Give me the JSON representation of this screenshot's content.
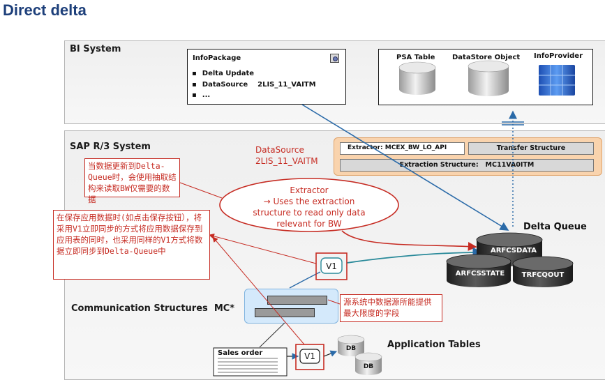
{
  "page": {
    "title": "Direct delta"
  },
  "bi_system": {
    "label": "BI System",
    "infopackage": {
      "title": "InfoPackage",
      "items": [
        "Delta Update",
        "DataSource    2LIS_11_VAITM",
        "..."
      ]
    },
    "targets": {
      "psa": "PSA Table",
      "dso": "DataStore Object",
      "infoprovider": "InfoProvider"
    }
  },
  "sap_system": {
    "label": "SAP R/3 System",
    "datasource": {
      "line1": "DataSource",
      "line2": "2LIS_11_VAITM"
    },
    "extractor_panel": {
      "extractor": "Extractor: MCEX_BW_LO_API",
      "transfer": "Transfer Structure",
      "extraction": "Extraction Structure:   MC11VA0ITM"
    },
    "extractor_ellipse": {
      "line1": "Extractor",
      "line2": "→ Uses the extraction",
      "line3": "structure to read only data",
      "line4": "relevant for BW"
    },
    "delta_queue": {
      "label": "Delta Queue",
      "tables": [
        "ARFCSDATA",
        "ARFCSSTATE",
        "TRFCQOUT"
      ]
    },
    "comm_structures": "Communication Structures  MC*",
    "v1_top": "V1",
    "v1_bottom": "V1",
    "sales_order": "Sales order",
    "db": [
      "DB",
      "DB"
    ],
    "app_tables": "Application Tables"
  },
  "notes": {
    "note1": "当数据更新到Delta-Queue时，会使用抽取结构来读取BW仅需要的数据",
    "note2": "在保存应用数据时(如点击保存按钮），将采用V1立即同步的方式将应用数据保存到应用表的同时，也采用同样的V1方式将数据立即同步到Delta-Queue中",
    "note3": "源系统中数据源所能提供最大限度的字段"
  },
  "colors": {
    "title_blue": "#1d3f7a",
    "note_red": "#c62b22",
    "line_blue": "#2a6aa8",
    "orange_panel": "#f9d3ad",
    "comm_blue": "#d4e9fb"
  }
}
